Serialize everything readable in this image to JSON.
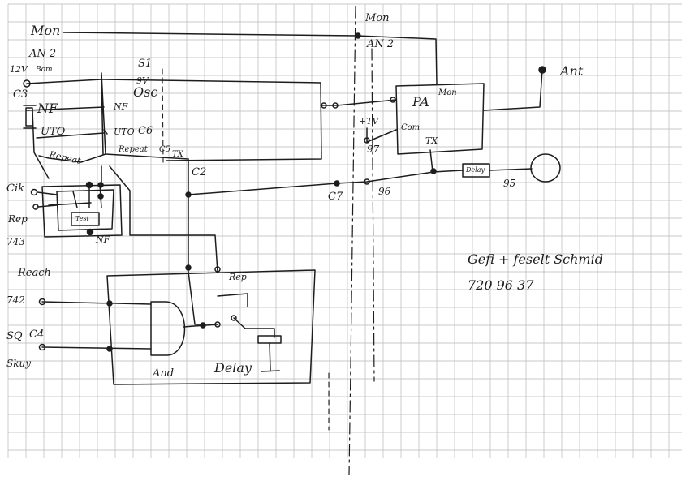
{
  "colors": {
    "paper": "#ffffff",
    "grid": "#b9b9b9",
    "ink": "#1d1d1d"
  },
  "labels": {
    "mon_left": "Mon",
    "an2_left": "AN 2",
    "v12_line1": "12V",
    "v12_line2": "Bom",
    "c3": "C3",
    "nf_left": "NF",
    "uto_left": "UTO",
    "repeat_left": "Repeat",
    "cik": "Cik",
    "rep": "Rep",
    "n743": "743",
    "s1": "S1",
    "v9": "9V",
    "osc": "Osc",
    "nf_box": "NF",
    "uto_box": "UTO",
    "c6": "C6",
    "repeat_box": "Repeat",
    "c5": "C5",
    "tx_box": "TX",
    "c2": "C2",
    "test": "Test",
    "nf_bottom": "NF",
    "reach": "Reach",
    "n742": "742",
    "sq": "SQ",
    "c4": "C4",
    "skuy": "Skuy",
    "and": "And",
    "delay": "Delay",
    "rep_sw": "Rep",
    "mon_right": "Mon",
    "an2_right": "AN 2",
    "ant": "Ant",
    "pa": "PA",
    "mon_pa": "Mon",
    "plus_tv": "+TV",
    "com": "Com",
    "tx_pa": "TX",
    "n97": "97",
    "c7": "C7",
    "n96": "96",
    "delay_small": "Delay",
    "n95": "95",
    "note_line1": "Gefi + feselt Schmid",
    "note_line2": "720  96 37"
  }
}
